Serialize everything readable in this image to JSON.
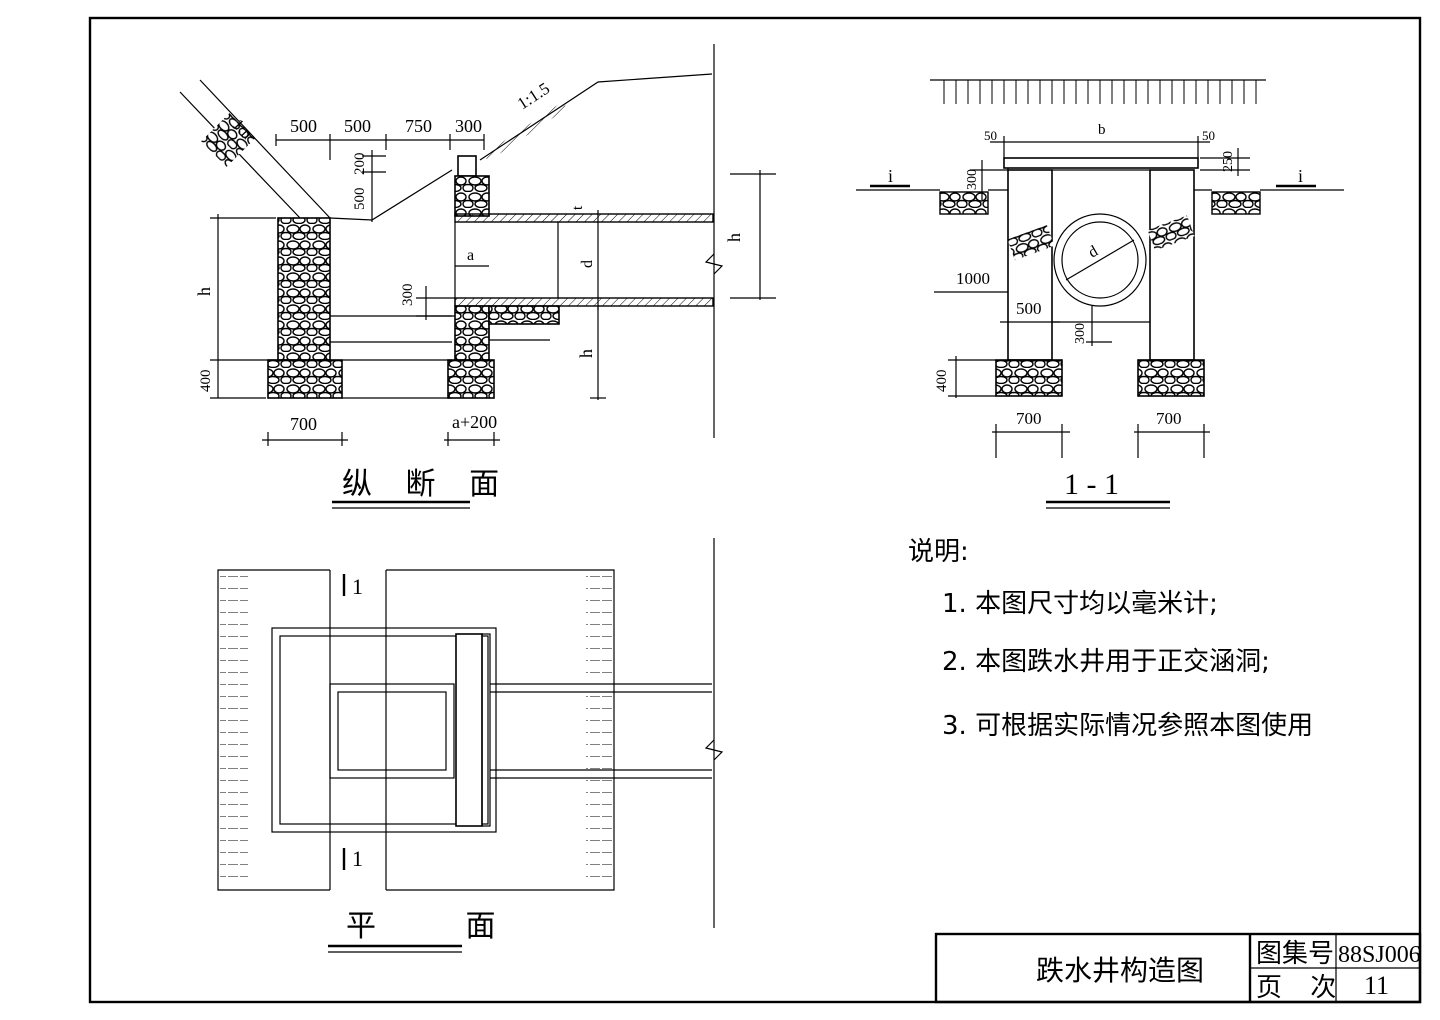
{
  "longitudinal": {
    "title": "纵 断 面",
    "slope_left": "1:n",
    "slope_right": "1:1.5",
    "dim_top": [
      "500",
      "500",
      "750",
      "300"
    ],
    "dim_200": "200",
    "dim_500": "500",
    "dim_300": "300",
    "dim_400": "400",
    "dim_700": "700",
    "dim_a200": "a+200",
    "lbl_h_left": "h",
    "lbl_h_right": "h",
    "lbl_h_mid": "h",
    "lbl_a": "a",
    "lbl_d": "d",
    "lbl_t": "t"
  },
  "plan": {
    "title": "平 面",
    "section_mark_top": "1",
    "section_mark_bottom": "1"
  },
  "section": {
    "title": "1 - 1",
    "dim_50_left": "50",
    "dim_b": "b",
    "dim_50_right": "50",
    "dim_250": "250",
    "dim_300_top": "300",
    "dim_1000": "1000",
    "dim_500": "500",
    "dim_300_bot": "300",
    "dim_400": "400",
    "dim_700_left": "700",
    "dim_700_right": "700",
    "lbl_i_left": "i",
    "lbl_i_right": "i",
    "lbl_d": "d"
  },
  "notes": {
    "heading": "说明:",
    "items": [
      "1. 本图尺寸均以毫米计;",
      "2. 本图跌水井用于正交涵洞;",
      "3. 可根据实际情况参照本图使用"
    ]
  },
  "title_block": {
    "drawing_title": "跌水井构造图",
    "atlas_label": "图集号",
    "atlas_value": "88SJ006",
    "page_label": "页 次",
    "page_value": "11"
  }
}
